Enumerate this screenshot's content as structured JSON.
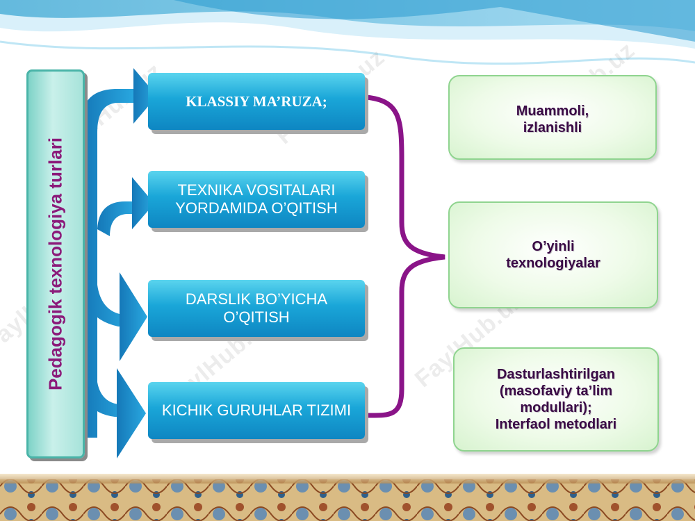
{
  "vertical_title": "Pedagogik texnologiya turlari",
  "left_items": [
    "KLASSIY MA’RUZA;",
    "TEXNIKA VOSITALARI YORDAMIDA O’QITISH",
    "DARSLIK BO’YICHA O’QITISH",
    "KICHIK GURUHLAR TIZIMI"
  ],
  "right_items": [
    "Muammoli,\nizlanishli",
    "O’yinli\ntexnologiyalar",
    "Dasturlashtirilgan\n(masofaviy ta’lim\nmodullari);\nInterfaol metodlari"
  ],
  "watermark": "FaylHub.uz",
  "colors": {
    "title": "#8b1a7a",
    "bracket": "#8a1488",
    "arrow": "#1a8fd0",
    "box": "#1aa6d8",
    "right_box_border": "#8fd48f"
  }
}
